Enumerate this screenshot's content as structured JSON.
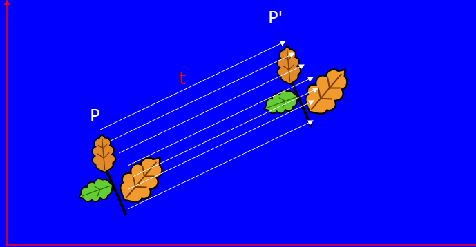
{
  "diagram": {
    "labels": [
      "P",
      "P'",
      "t"
    ]
  }
}
